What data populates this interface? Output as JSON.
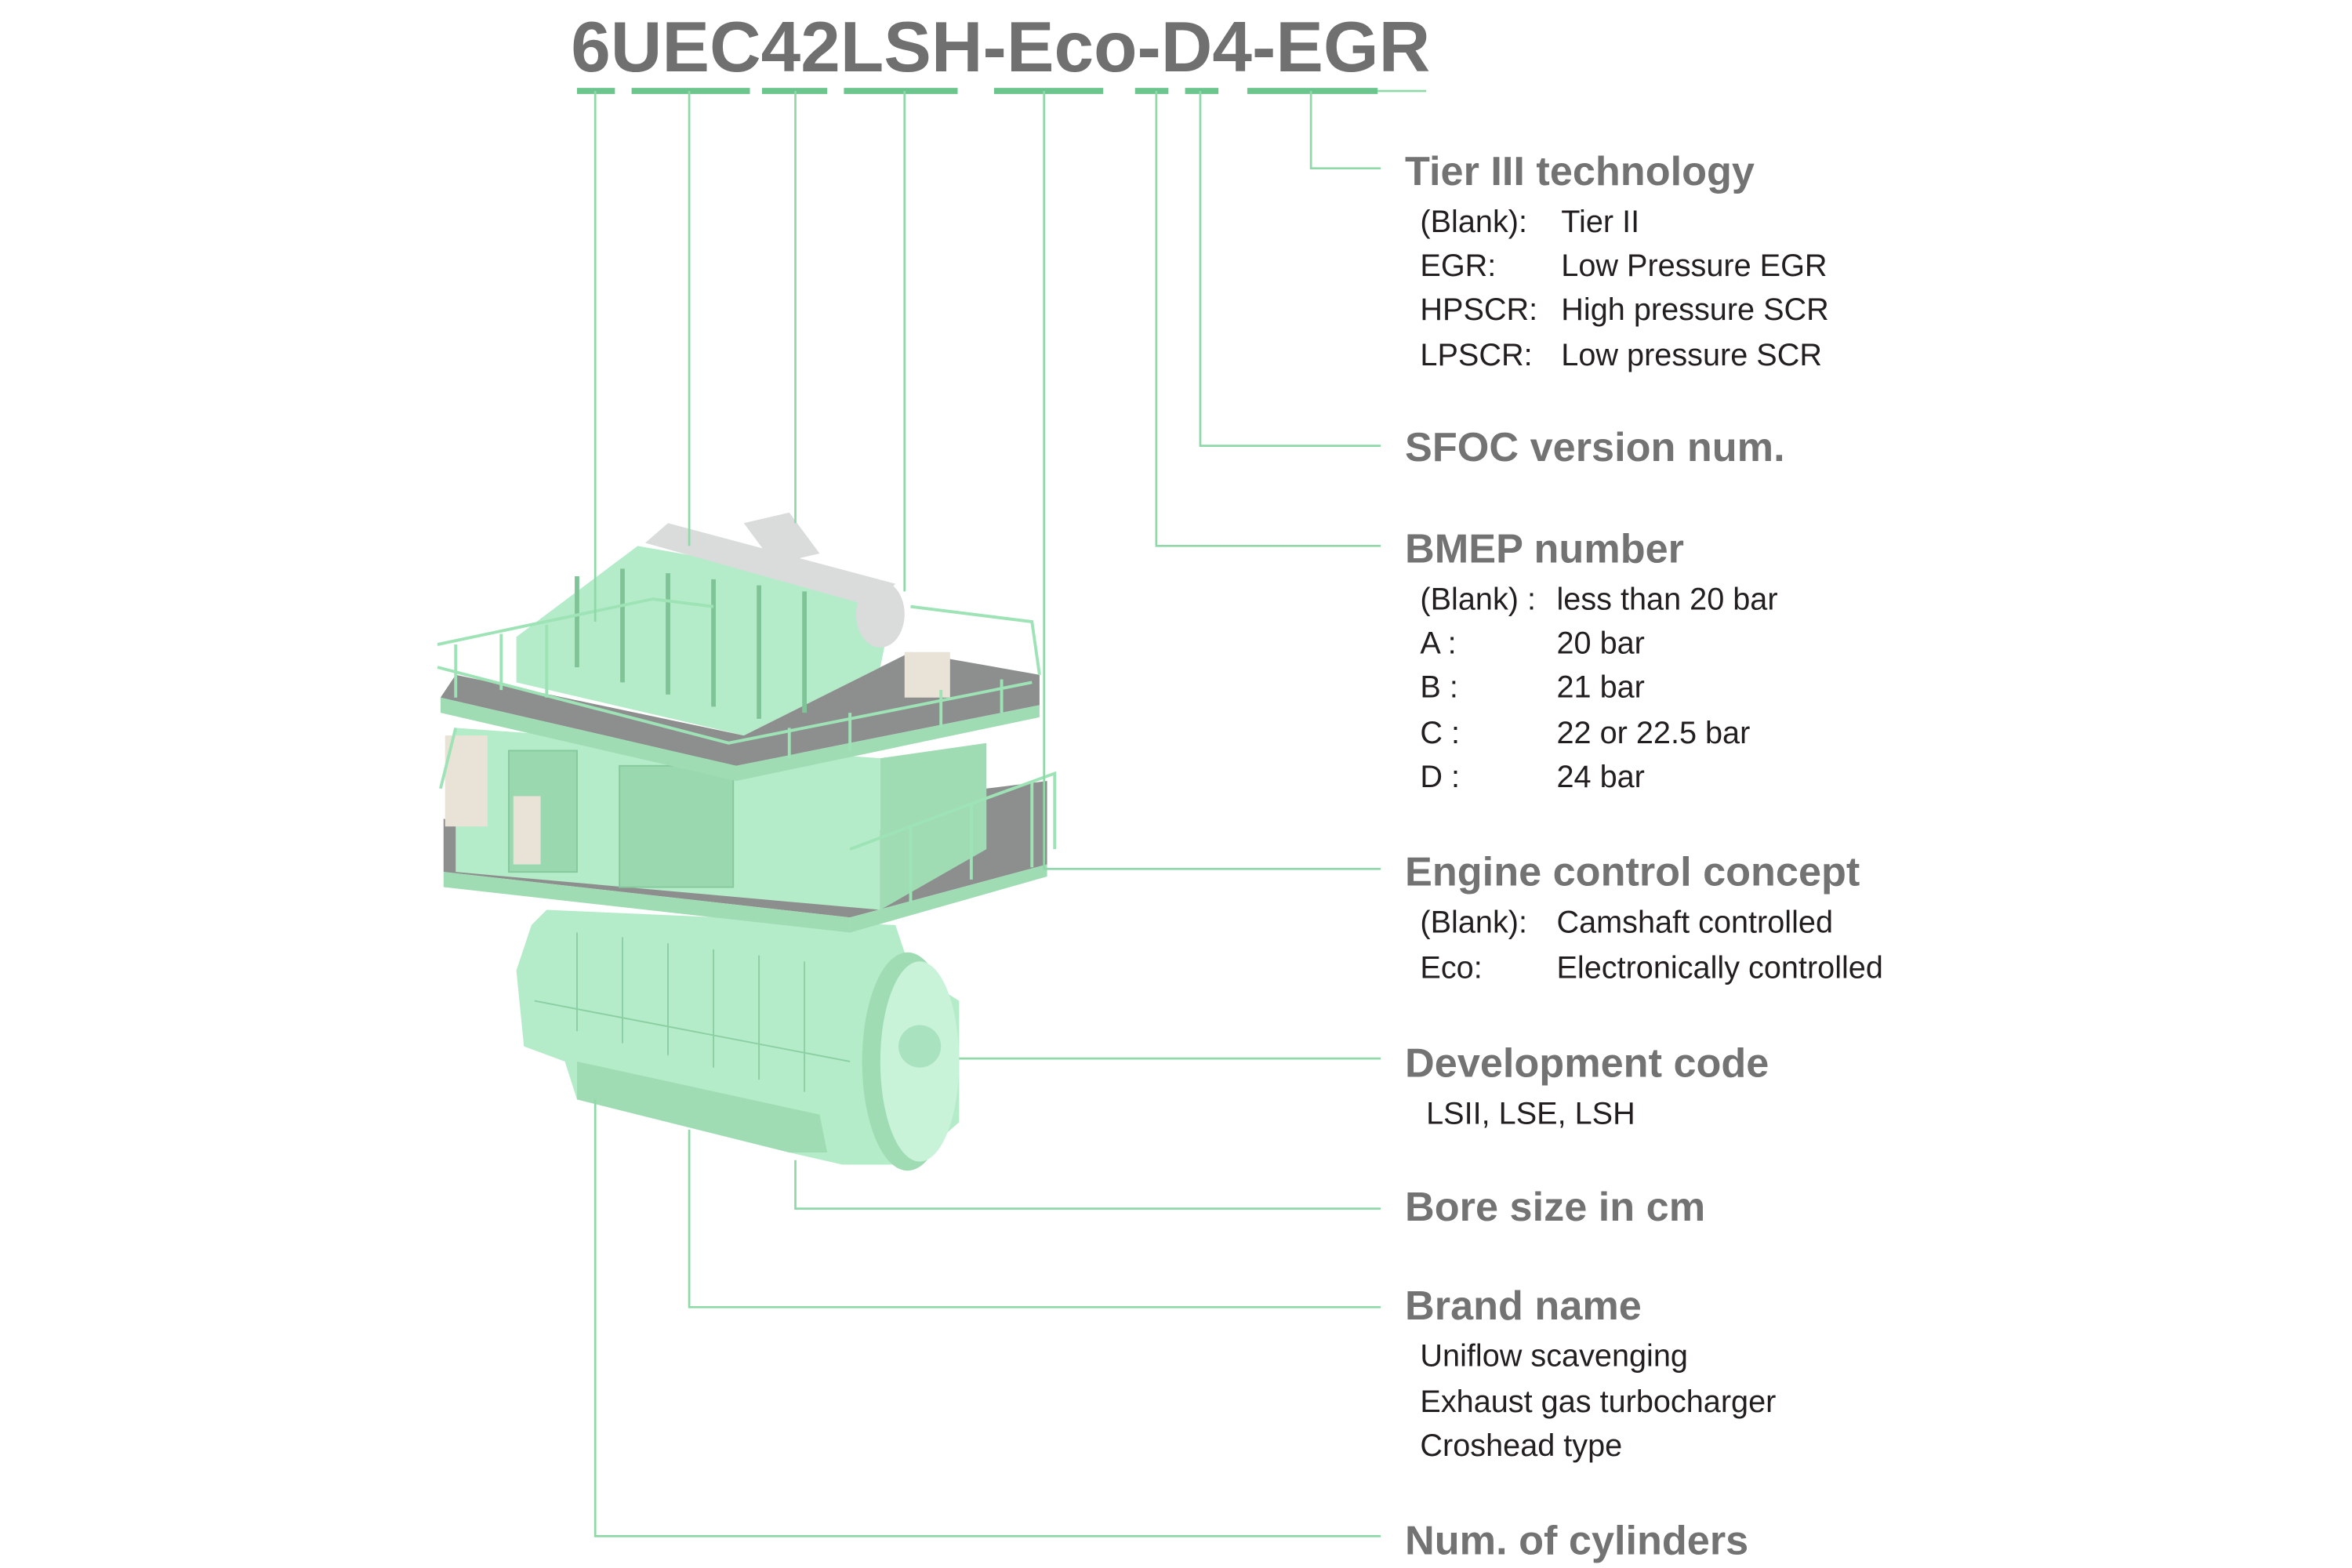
{
  "title": "6UEC42LSH-Eco-D4-EGR",
  "colors": {
    "accent_line": "#8fd8a8",
    "underline": "#6cc58c",
    "heading": "#737373",
    "engine_green": "#b4ecc9"
  },
  "sections": [
    {
      "heading": "Tier III technology",
      "items": [
        {
          "key": "(Blank):",
          "value": "Tier II"
        },
        {
          "key": "EGR:",
          "value": "Low Pressure EGR"
        },
        {
          "key": "HPSCR:",
          "value": "High pressure SCR"
        },
        {
          "key": "LPSCR:",
          "value": "Low pressure SCR"
        }
      ]
    },
    {
      "heading": "SFOC version num."
    },
    {
      "heading": "BMEP number",
      "items": [
        {
          "key": "(Blank) :",
          "value": "less than 20 bar"
        },
        {
          "key": "A :",
          "value": "20 bar"
        },
        {
          "key": "B :",
          "value": "21 bar"
        },
        {
          "key": "C :",
          "value": "22 or 22.5 bar"
        },
        {
          "key": "D :",
          "value": "24 bar"
        }
      ]
    },
    {
      "heading": "Engine control concept",
      "items": [
        {
          "key": "(Blank):",
          "value": "Camshaft controlled"
        },
        {
          "key": "Eco:",
          "value": "Electronically controlled"
        }
      ]
    },
    {
      "heading": "Development code",
      "lines": [
        "LSII, LSE, LSH"
      ]
    },
    {
      "heading": "Bore size in cm"
    },
    {
      "heading": "Brand name",
      "lines": [
        "Uniflow scavenging",
        "Exhaust gas turbocharger",
        "Croshead type"
      ]
    },
    {
      "heading": "Num. of cylinders"
    }
  ]
}
